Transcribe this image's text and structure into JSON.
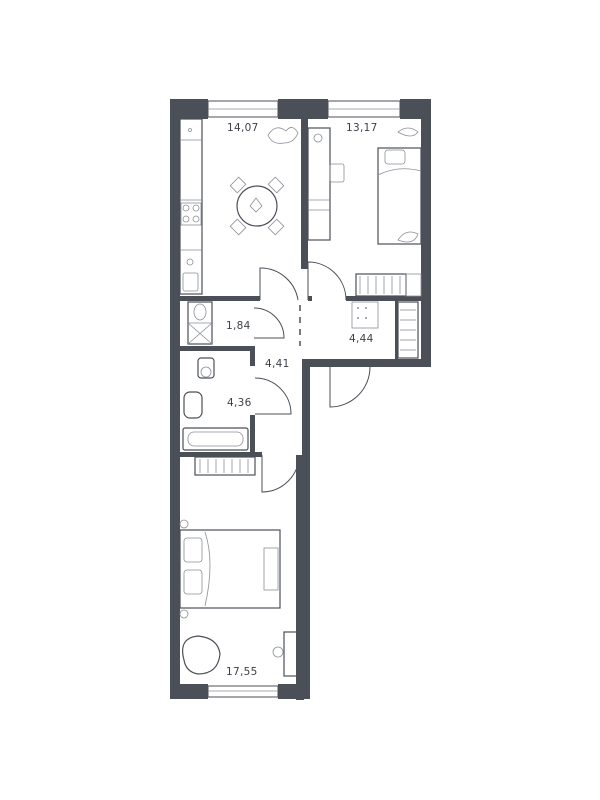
{
  "plan": {
    "rooms": [
      {
        "id": "kitchen",
        "area": "14,07"
      },
      {
        "id": "bedroom-small",
        "area": "13,17"
      },
      {
        "id": "wc",
        "area": "1,84"
      },
      {
        "id": "hall",
        "area": "4,41"
      },
      {
        "id": "corridor",
        "area": "4,44"
      },
      {
        "id": "bathroom",
        "area": "4,36"
      },
      {
        "id": "bedroom-large",
        "area": "17,55"
      }
    ],
    "colors": {
      "wall": "#4b4f57",
      "line": "#8a8e96",
      "background": "#ffffff"
    }
  }
}
